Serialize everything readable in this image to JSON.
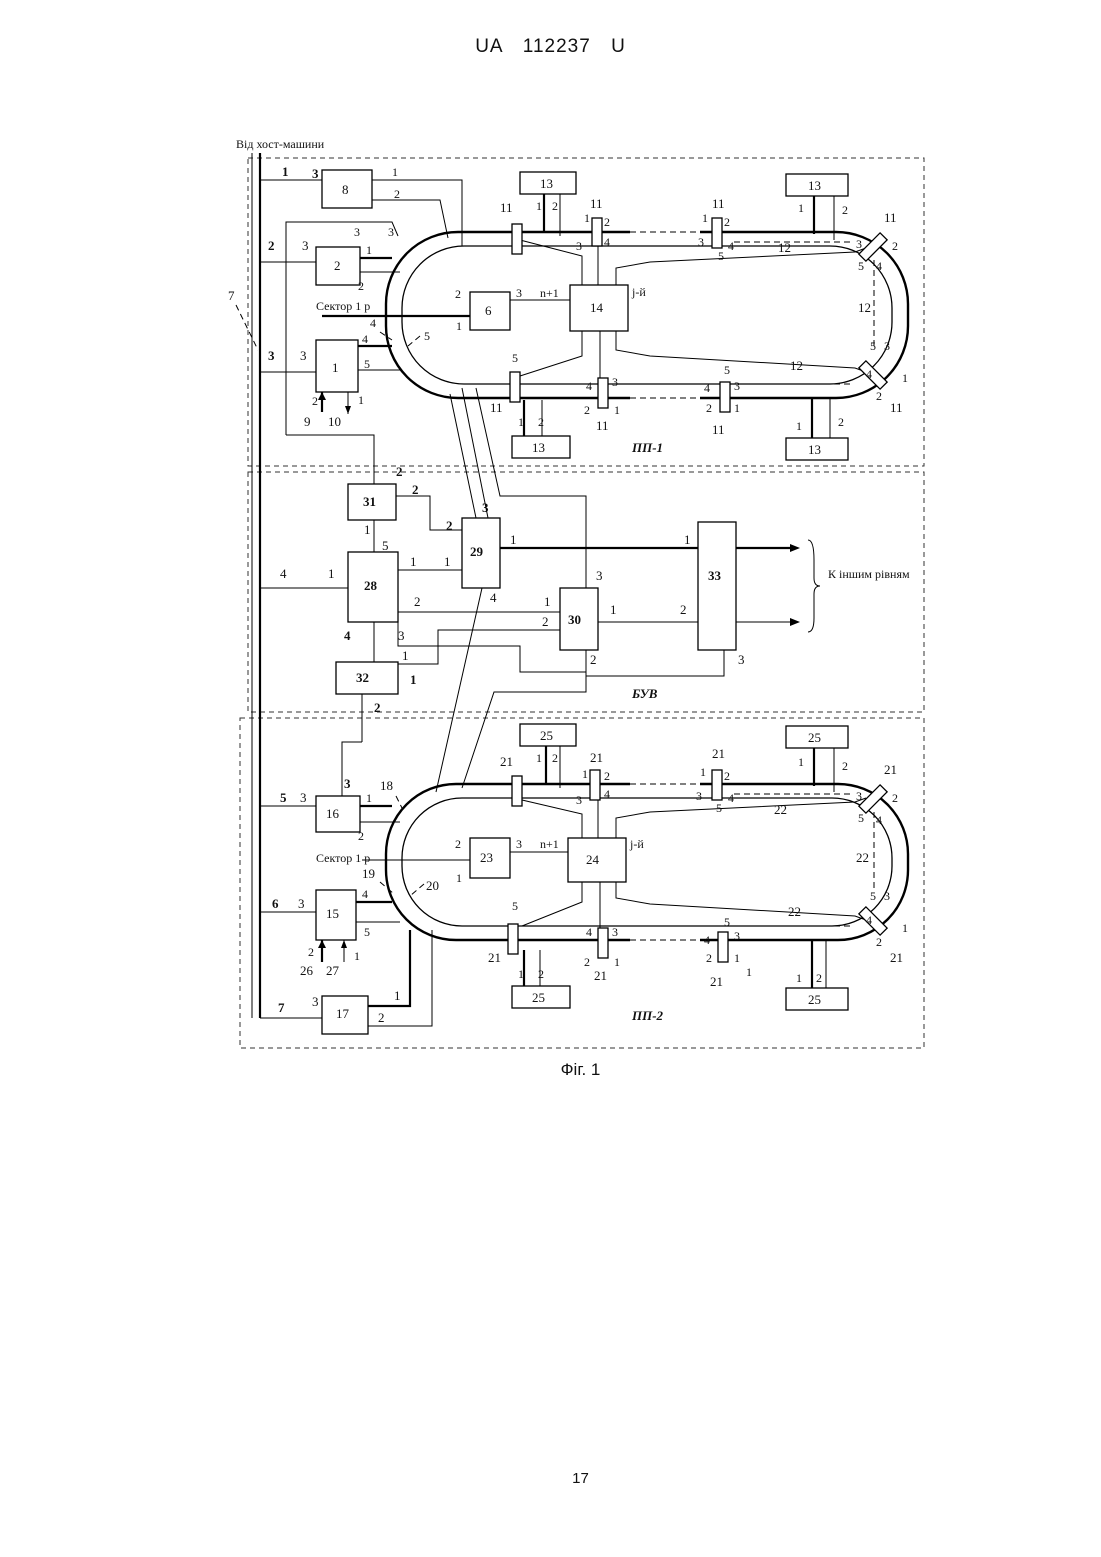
{
  "header": {
    "text": "UA 112237 U"
  },
  "caption": "Фіг. 1",
  "page_number": "17",
  "diagram": {
    "host_label": "Від хост-машини",
    "other_levels_label": "К іншим рівням",
    "sections": {
      "top": "ПП-1",
      "middle": "БУВ",
      "bottom": "ПП-2"
    },
    "sector_label": "Сектор 1 р",
    "n_plus_1": "n+1",
    "j_label": "j-й",
    "bus_label": "7",
    "blocks": [
      "1",
      "2",
      "6",
      "8",
      "9",
      "10",
      "11",
      "12",
      "13",
      "14",
      "15",
      "16",
      "17",
      "18",
      "19",
      "20",
      "21",
      "22",
      "23",
      "24",
      "25",
      "26",
      "27",
      "28",
      "29",
      "30",
      "31",
      "32",
      "33"
    ]
  }
}
